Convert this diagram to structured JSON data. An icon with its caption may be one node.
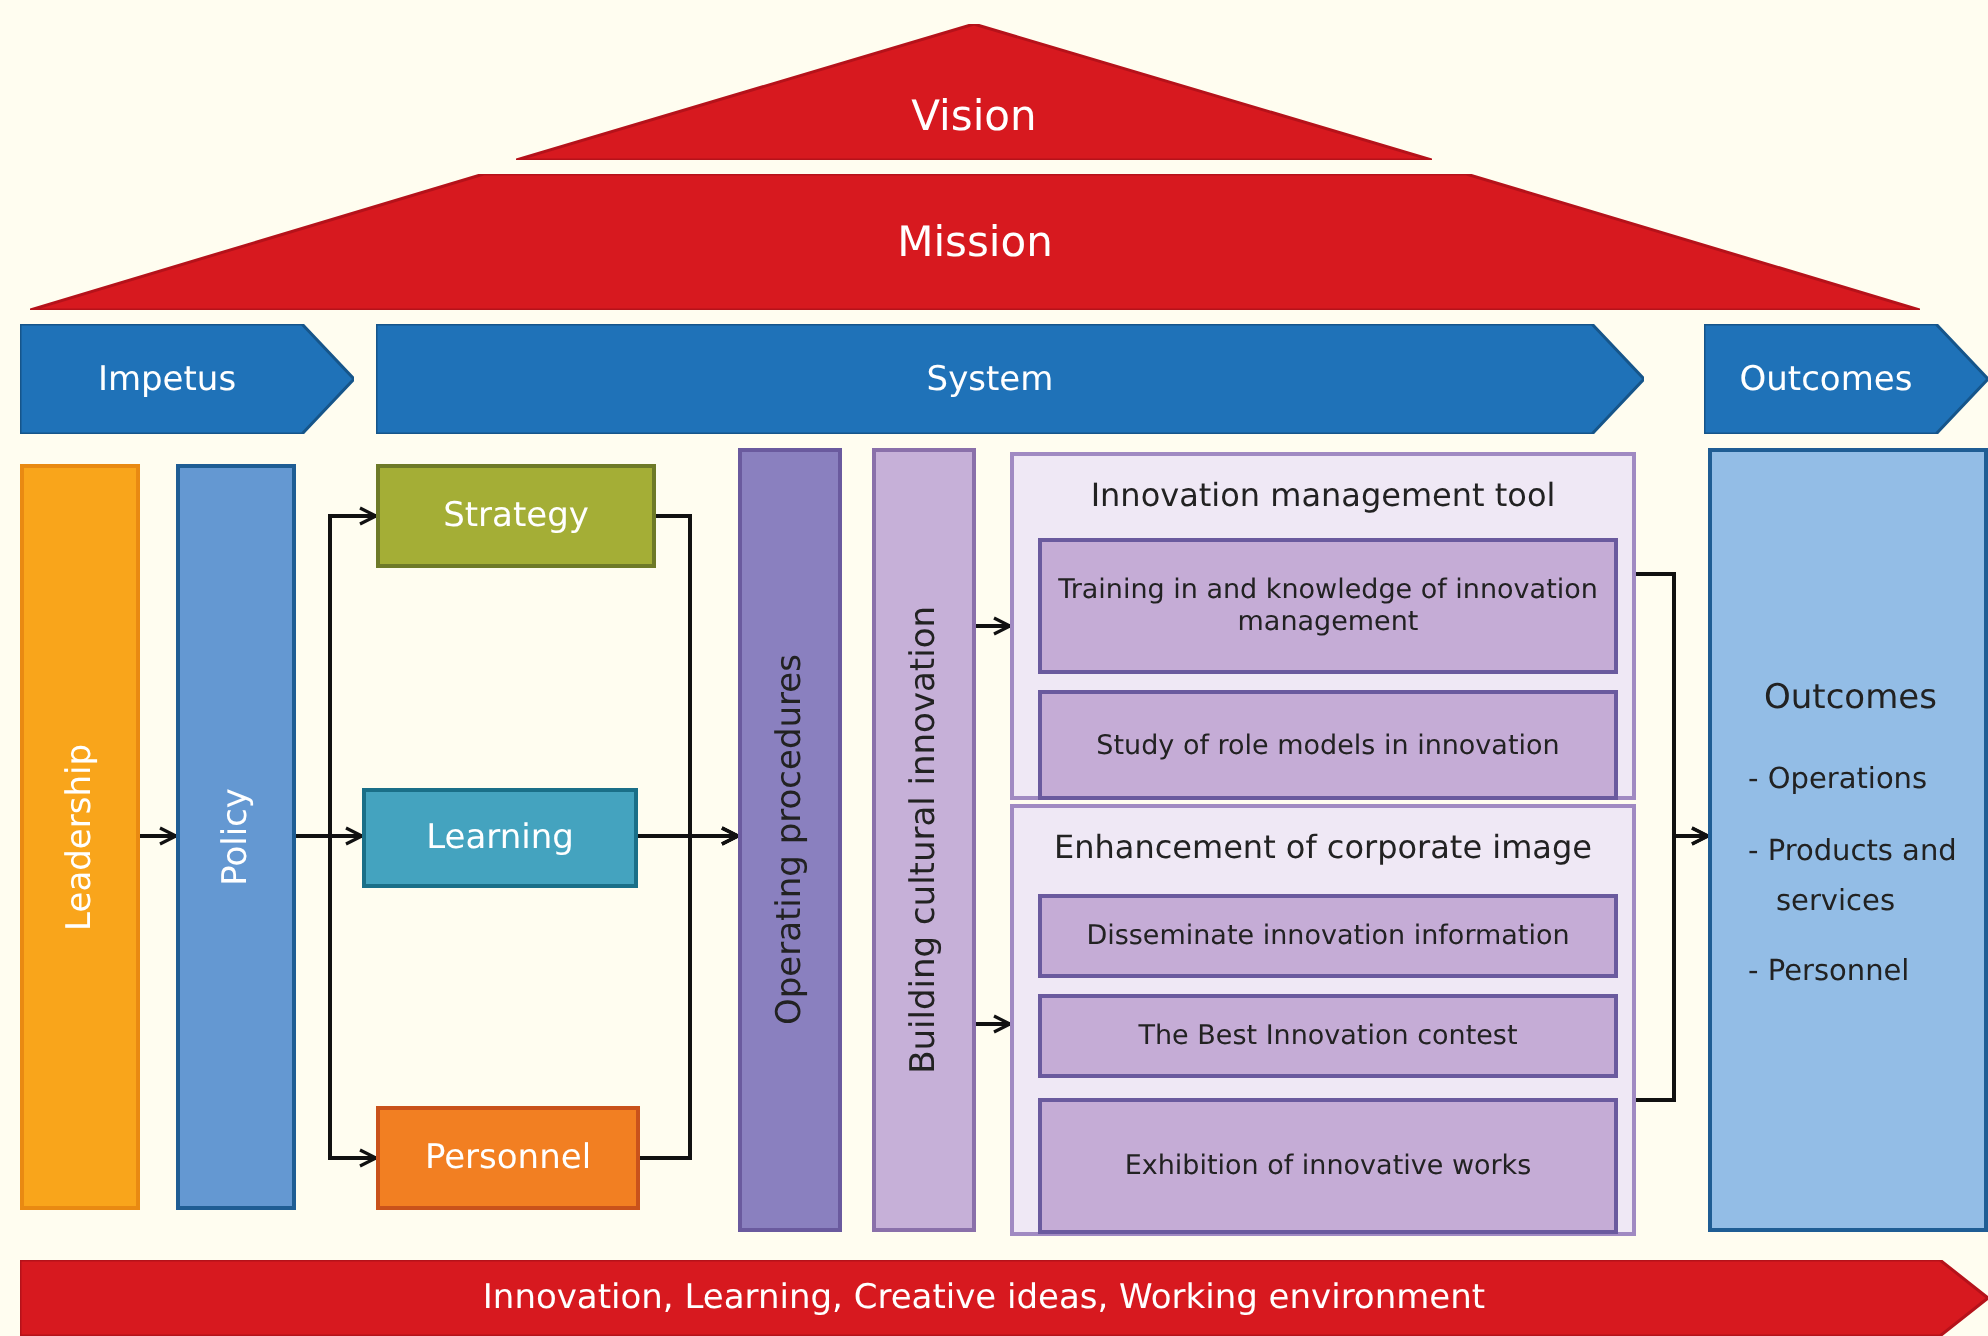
{
  "diagram": {
    "nodes": [
      {
        "text": [
          "Vision"
        ]
      },
      {
        "text": [
          "Mission"
        ]
      },
      {
        "text": [
          "Impetus"
        ]
      },
      {
        "text": [
          "System"
        ]
      },
      {
        "text": [
          "Outcomes"
        ]
      },
      {
        "text": [
          "Leadership"
        ]
      },
      {
        "text": [
          "Policy"
        ]
      },
      {
        "text": [
          "Strategy"
        ]
      },
      {
        "text": [
          "Learning"
        ]
      },
      {
        "text": [
          "Personnel"
        ]
      },
      {
        "text": [
          "Operating procedures"
        ]
      },
      {
        "text": [
          "Building cultural innovation"
        ]
      },
      {
        "text": [
          "Innovation management tool"
        ]
      },
      {
        "text": [
          "Training in and knowledge of innovation management"
        ],
        "in": 12
      },
      {
        "text": [
          "Study of role models in innovation"
        ],
        "in": 12
      },
      {
        "text": [
          "Enhancement of corporate image"
        ]
      },
      {
        "text": [
          "Disseminate innovation information"
        ],
        "in": 15
      },
      {
        "text": [
          "The Best Innovation contest"
        ],
        "in": 15
      },
      {
        "text": [
          "Exhibition of innovative works"
        ],
        "in": 15
      },
      {
        "text": [
          "Outcomes",
          "- Operations",
          "- Products and services",
          "- Personnel"
        ]
      },
      {
        "text": [
          "Innovation, Learning, Creative ideas, Working environment"
        ]
      }
    ],
    "edges": [
      {
        "from": 5,
        "to": 6,
        "arrow": "to"
      },
      {
        "from": 6,
        "to": 7,
        "arrow": "to"
      },
      {
        "from": 6,
        "to": 8,
        "arrow": "to"
      },
      {
        "from": 6,
        "to": 9,
        "arrow": "to"
      },
      {
        "from": 7,
        "to": 10,
        "arrow": "to"
      },
      {
        "from": 8,
        "to": 10,
        "arrow": "to"
      },
      {
        "from": 9,
        "to": 10,
        "arrow": "to"
      },
      {
        "from": 11,
        "to": 12,
        "arrow": "to"
      },
      {
        "from": 11,
        "to": 15,
        "arrow": "to"
      },
      {
        "from": 12,
        "to": 19,
        "arrow": "to"
      },
      {
        "from": 15,
        "to": 19,
        "arrow": "to"
      }
    ]
  }
}
